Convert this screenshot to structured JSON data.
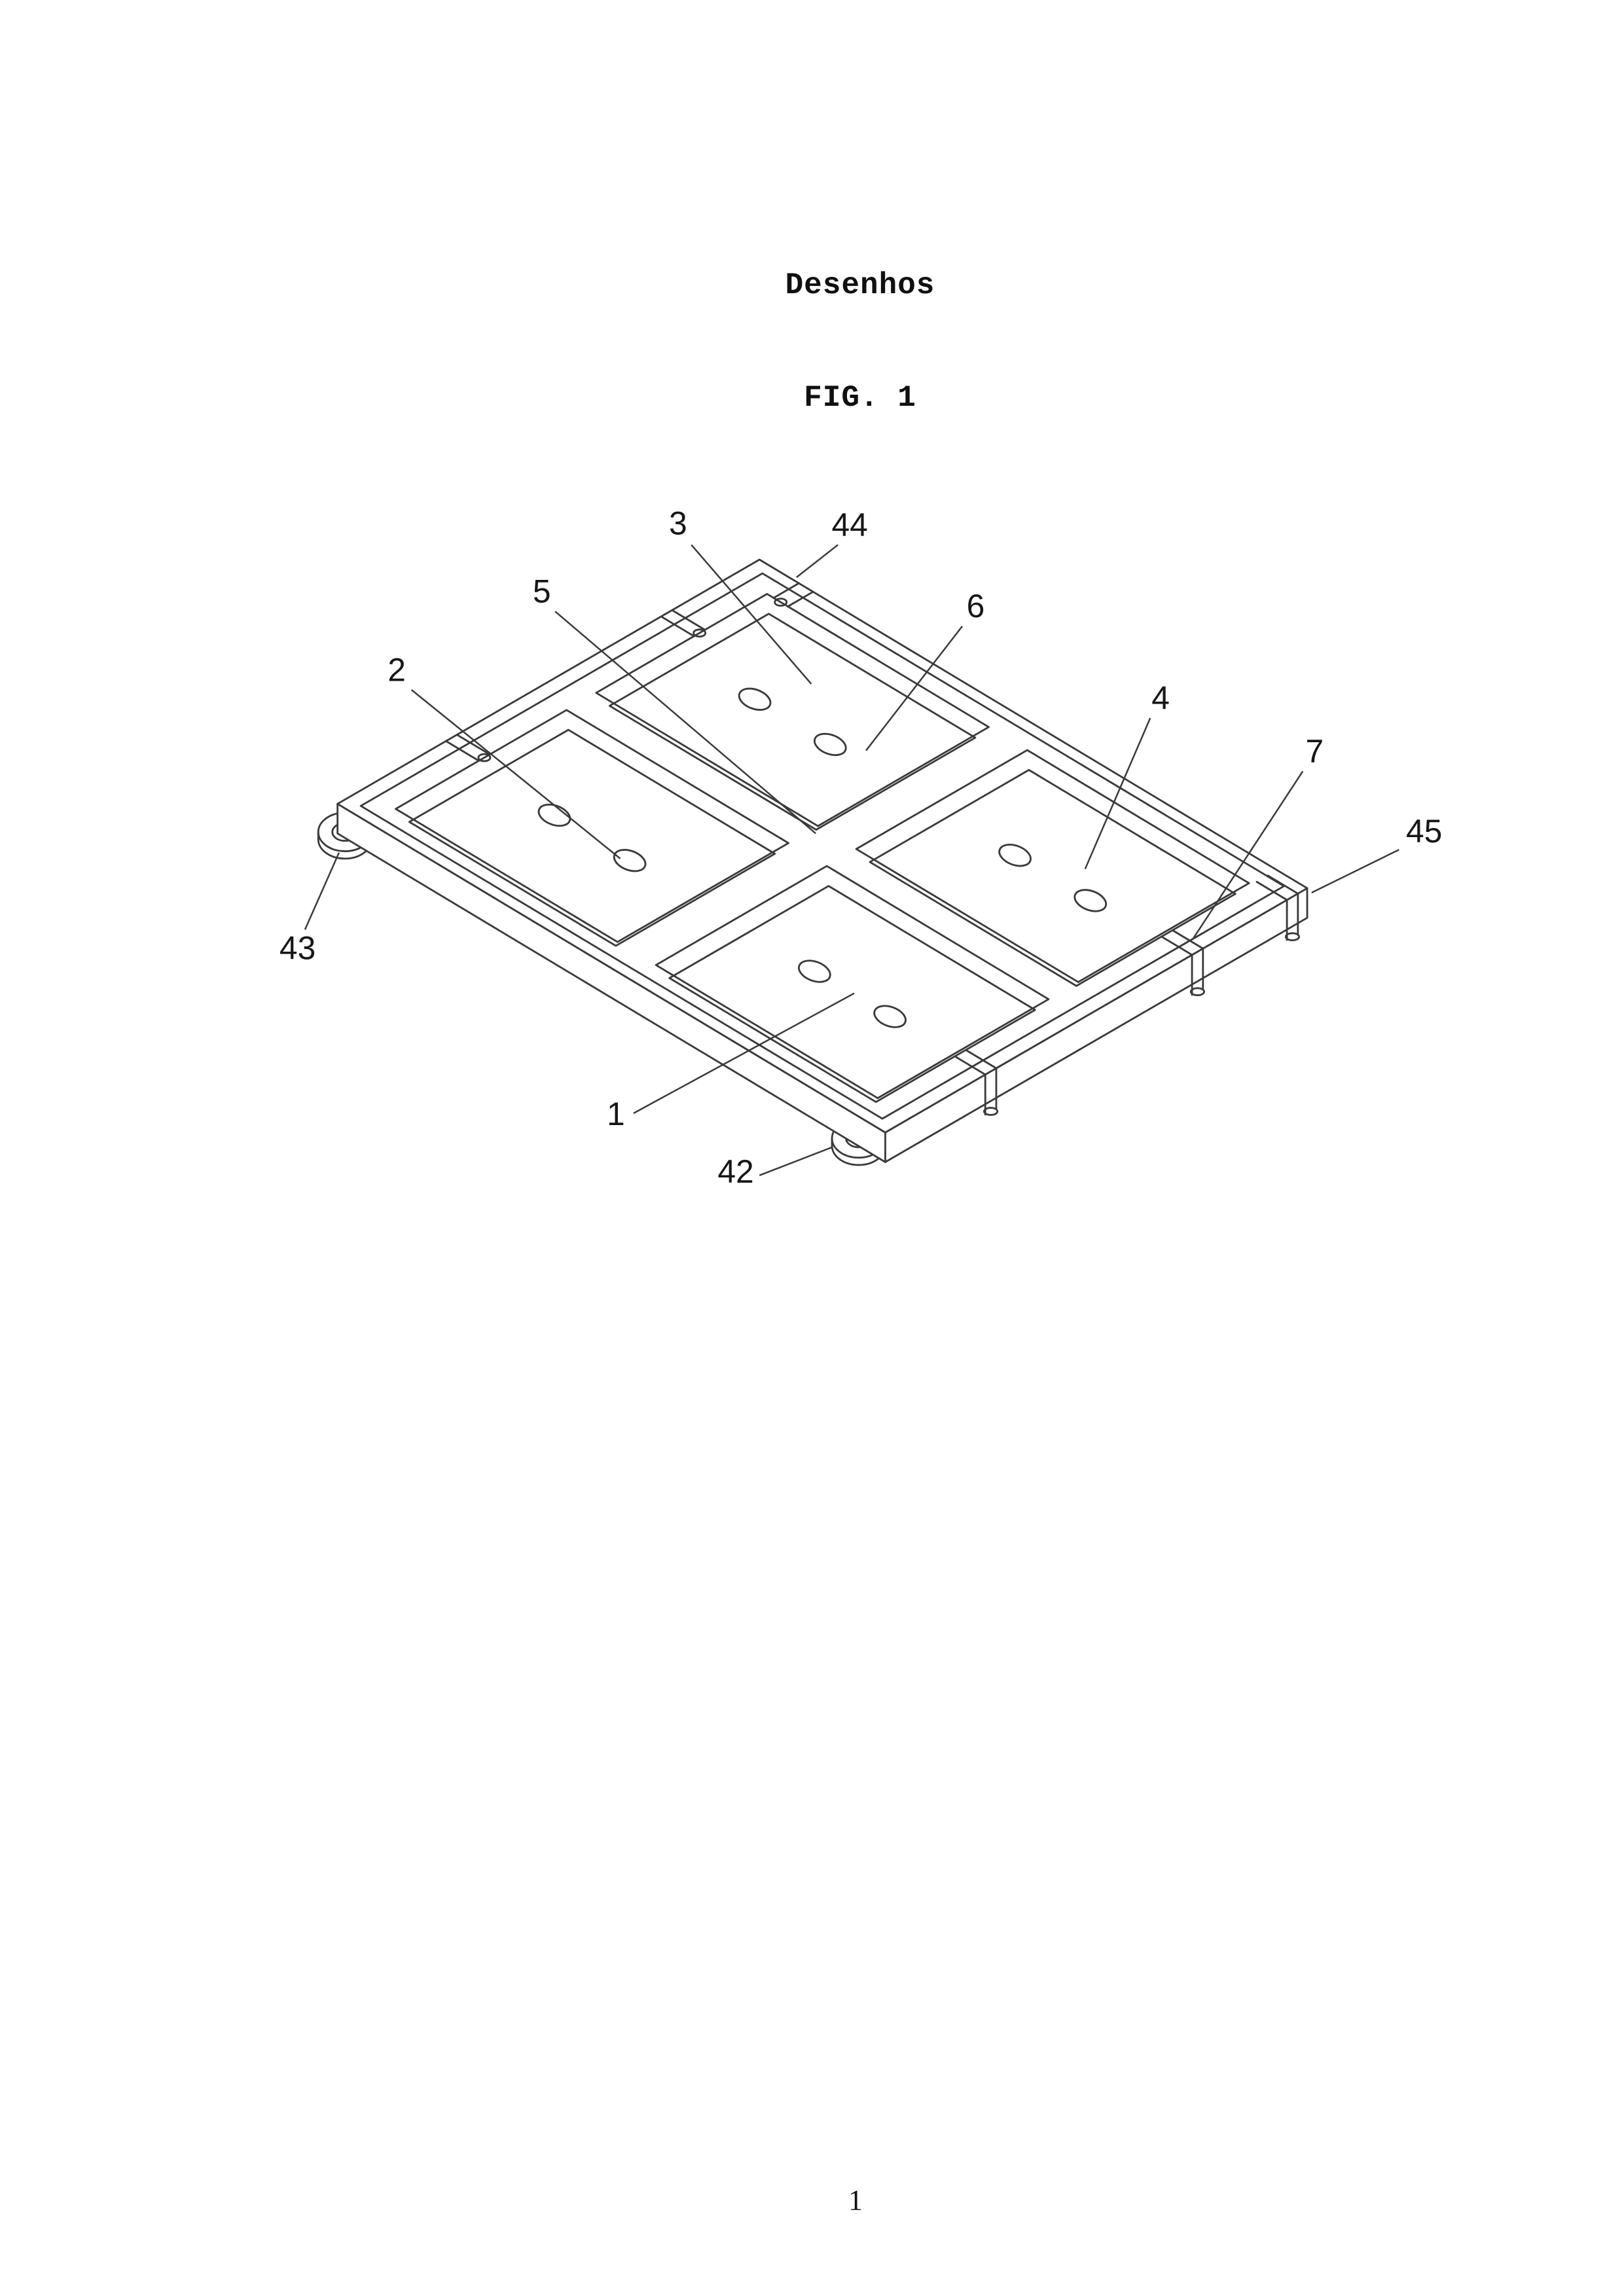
{
  "page": {
    "section_title": "Desenhos",
    "figure_caption": "FIG. 1",
    "page_number": "1"
  },
  "figure": {
    "labels": {
      "n1": "1",
      "n2": "2",
      "n3": "3",
      "n4": "4",
      "n5": "5",
      "n6": "6",
      "n7": "7",
      "n42": "42",
      "n43": "43",
      "n44": "44",
      "n45": "45"
    }
  }
}
